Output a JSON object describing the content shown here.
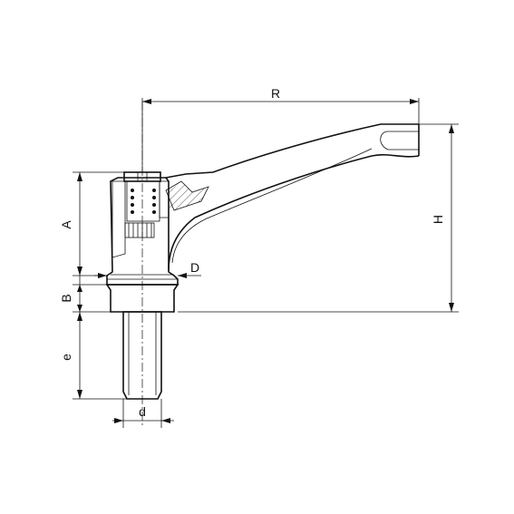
{
  "labels": {
    "R": "R",
    "A": "A",
    "B": "B",
    "D": "D",
    "H": "H",
    "e": "e",
    "d": "d"
  },
  "colors": {
    "line": "#111111",
    "background": "#ffffff"
  }
}
